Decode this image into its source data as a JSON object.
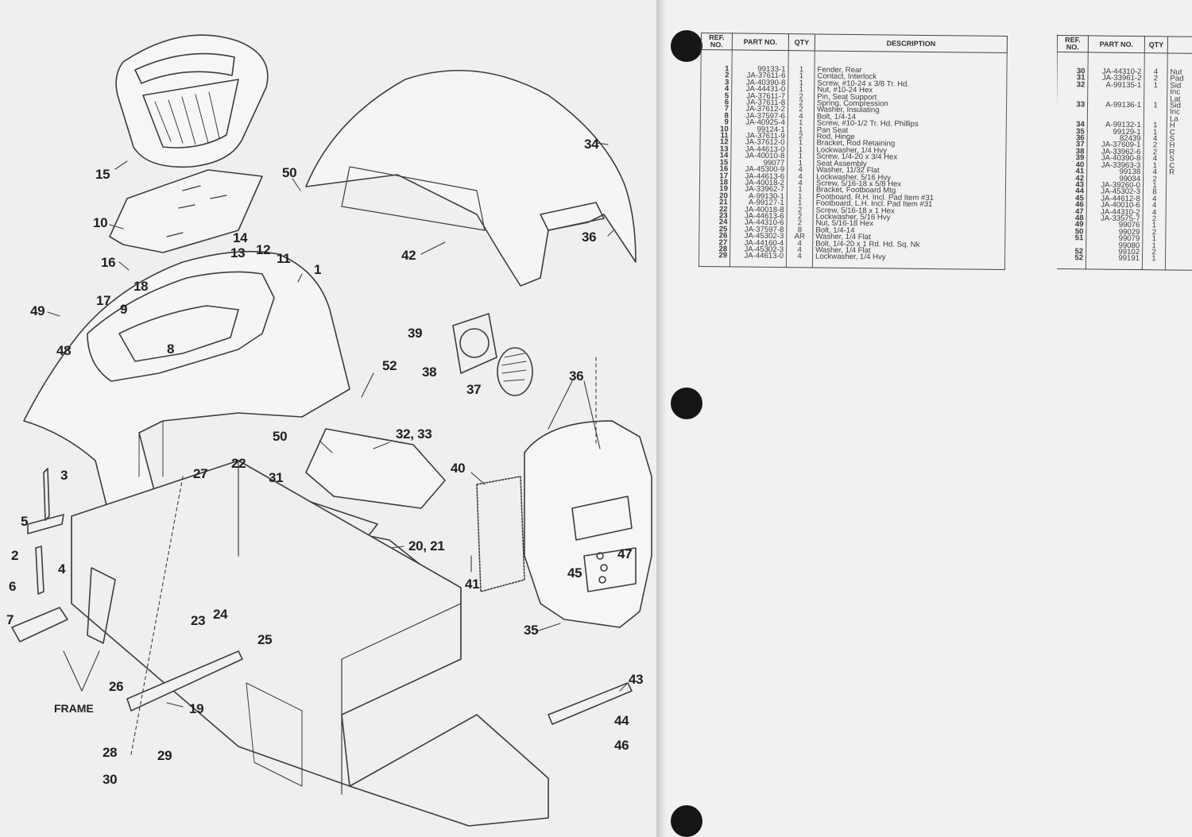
{
  "diagram": {
    "frame_label": "FRAME",
    "callouts": [
      {
        "id": "c15",
        "text": "15"
      },
      {
        "id": "c10",
        "text": "10"
      },
      {
        "id": "c16",
        "text": "16"
      },
      {
        "id": "c17",
        "text": "17"
      },
      {
        "id": "c18",
        "text": "18"
      },
      {
        "id": "c9",
        "text": "9"
      },
      {
        "id": "c49",
        "text": "49"
      },
      {
        "id": "c48",
        "text": "48"
      },
      {
        "id": "c8",
        "text": "8"
      },
      {
        "id": "c14",
        "text": "14"
      },
      {
        "id": "c13",
        "text": "13"
      },
      {
        "id": "c12",
        "text": "12"
      },
      {
        "id": "c11",
        "text": "11"
      },
      {
        "id": "c1",
        "text": "1"
      },
      {
        "id": "c50a",
        "text": "50"
      },
      {
        "id": "c34",
        "text": "34"
      },
      {
        "id": "c36a",
        "text": "36"
      },
      {
        "id": "c42",
        "text": "42"
      },
      {
        "id": "c39",
        "text": "39"
      },
      {
        "id": "c38",
        "text": "38"
      },
      {
        "id": "c37",
        "text": "37"
      },
      {
        "id": "c36b",
        "text": "36"
      },
      {
        "id": "c52",
        "text": "52"
      },
      {
        "id": "c50b",
        "text": "50"
      },
      {
        "id": "c3233",
        "text": "32, 33"
      },
      {
        "id": "c40",
        "text": "40"
      },
      {
        "id": "c3",
        "text": "3"
      },
      {
        "id": "c5",
        "text": "5"
      },
      {
        "id": "c2",
        "text": "2"
      },
      {
        "id": "c4",
        "text": "4"
      },
      {
        "id": "c6",
        "text": "6"
      },
      {
        "id": "c7",
        "text": "7"
      },
      {
        "id": "c27",
        "text": "27"
      },
      {
        "id": "c22",
        "text": "22"
      },
      {
        "id": "c31",
        "text": "31"
      },
      {
        "id": "c2021",
        "text": "20, 21"
      },
      {
        "id": "c41",
        "text": "41"
      },
      {
        "id": "c47",
        "text": "47"
      },
      {
        "id": "c45",
        "text": "45"
      },
      {
        "id": "c35",
        "text": "35"
      },
      {
        "id": "c23",
        "text": "23"
      },
      {
        "id": "c24",
        "text": "24"
      },
      {
        "id": "c25",
        "text": "25"
      },
      {
        "id": "c26",
        "text": "26"
      },
      {
        "id": "c19",
        "text": "19"
      },
      {
        "id": "c28",
        "text": "28"
      },
      {
        "id": "c29",
        "text": "29"
      },
      {
        "id": "c30",
        "text": "30"
      },
      {
        "id": "c43",
        "text": "43"
      },
      {
        "id": "c44",
        "text": "44"
      },
      {
        "id": "c46",
        "text": "46"
      }
    ]
  },
  "parts_table_1": {
    "headers": {
      "ref": "REF. NO.",
      "part": "PART NO.",
      "qty": "QTY",
      "desc": "DESCRIPTION"
    },
    "rows": [
      {
        "ref": "1",
        "part": "99133-1",
        "qty": "1",
        "desc": "Fender, Rear"
      },
      {
        "ref": "2",
        "part": "JA-37611-6",
        "qty": "1",
        "desc": "Contact, Interlock"
      },
      {
        "ref": "3",
        "part": "JA-40390-8",
        "qty": "1",
        "desc": "Screw, #10-24 x 3/8 Tr. Hd."
      },
      {
        "ref": "4",
        "part": "JA-44431-0",
        "qty": "1",
        "desc": "Nut, #10-24 Hex"
      },
      {
        "ref": "5",
        "part": "JA-37611-7",
        "qty": "2",
        "desc": "Pin, Seat Support"
      },
      {
        "ref": "6",
        "part": "JA-37611-8",
        "qty": "2",
        "desc": "Spring, Compression"
      },
      {
        "ref": "7",
        "part": "JA-37612-2",
        "qty": "2",
        "desc": "Washer, Insulating"
      },
      {
        "ref": "8",
        "part": "JA-37597-6",
        "qty": "4",
        "desc": "Bolt, 1/4-14"
      },
      {
        "ref": "9",
        "part": "JA-40925-4",
        "qty": "1",
        "desc": "Screw, #10-1/2 Tr. Hd. Phillips"
      },
      {
        "ref": "10",
        "part": "99124-1",
        "qty": "1",
        "desc": "Pan Seat"
      },
      {
        "ref": "11",
        "part": "JA-37611-9",
        "qty": "2",
        "desc": "Rod, Hinge"
      },
      {
        "ref": "12",
        "part": "JA-37612-0",
        "qty": "1",
        "desc": "Bracket, Rod Retaining"
      },
      {
        "ref": "13",
        "part": "JA-44613-0",
        "qty": "1",
        "desc": "Lockwasher, 1/4 Hvy"
      },
      {
        "ref": "14",
        "part": "JA-40010-8",
        "qty": "1",
        "desc": "Screw, 1/4-20 x 3/4 Hex"
      },
      {
        "ref": "15",
        "part": "99077",
        "qty": "1",
        "desc": "Seat Assembly"
      },
      {
        "ref": "16",
        "part": "JA-45300-9",
        "qty": "4",
        "desc": "Washer, 11/32 Flat"
      },
      {
        "ref": "17",
        "part": "JA-44613-6",
        "qty": "4",
        "desc": "Lockwasher, 5/16 Hvy"
      },
      {
        "ref": "18",
        "part": "JA-40018-2",
        "qty": "4",
        "desc": "Screw, 5/16-18 x 5/8 Hex"
      },
      {
        "ref": "19",
        "part": "JA-33962-7",
        "qty": "1",
        "desc": "Bracket, Footboard Mtg"
      },
      {
        "ref": "20",
        "part": "A-99130-1",
        "qty": "1",
        "desc": "Footboard, R.H. Incl. Pad Item #31"
      },
      {
        "ref": "21",
        "part": "A-99127-1",
        "qty": "1",
        "desc": "Footboard, L.H. Incl. Pad Item #31"
      },
      {
        "ref": "22",
        "part": "JA-40018-8",
        "qty": "2",
        "desc": "Screw, 5/16-18 x 1 Hex"
      },
      {
        "ref": "23",
        "part": "JA-44613-6",
        "qty": "2",
        "desc": "Lockwasher, 5/16 Hvy"
      },
      {
        "ref": "24",
        "part": "JA-44310-6",
        "qty": "2",
        "desc": "Nut, 5/16-18 Hex"
      },
      {
        "ref": "25",
        "part": "JA-37597-8",
        "qty": "8",
        "desc": "Bolt, 1/4-14"
      },
      {
        "ref": "26",
        "part": "JA-45302-3",
        "qty": "AR",
        "desc": "Washer, 1/4 Flat"
      },
      {
        "ref": "27",
        "part": "JA-44160-4",
        "qty": "4",
        "desc": "Bolt, 1/4-20 x 1 Rd. Hd. Sq. Nk"
      },
      {
        "ref": "28",
        "part": "JA-45302-3",
        "qty": "4",
        "desc": "Washer, 1/4 Flat"
      },
      {
        "ref": "29",
        "part": "JA-44613-0",
        "qty": "4",
        "desc": "Lockwasher, 1/4 Hvy"
      }
    ]
  },
  "parts_table_2": {
    "headers": {
      "ref": "REF. NO.",
      "part": "PART NO.",
      "qty": "QTY",
      "desc": ""
    },
    "rows": [
      {
        "ref": "30",
        "part": "JA-44310-2",
        "qty": "4",
        "desc": "Nut"
      },
      {
        "ref": "31",
        "part": "JA-33961-2",
        "qty": "2",
        "desc": "Pad"
      },
      {
        "ref": "32",
        "part": "A-99135-1",
        "qty": "1",
        "desc": "Sid"
      },
      {
        "ref": "",
        "part": "",
        "qty": "",
        "desc": "Inc"
      },
      {
        "ref": "",
        "part": "",
        "qty": "",
        "desc": "Lat"
      },
      {
        "ref": "33",
        "part": "A-99136-1",
        "qty": "1",
        "desc": "Sid"
      },
      {
        "ref": "",
        "part": "",
        "qty": "",
        "desc": "Inc"
      },
      {
        "ref": "",
        "part": "",
        "qty": "",
        "desc": "La"
      },
      {
        "ref": "34",
        "part": "A-99132-1",
        "qty": "1",
        "desc": "H"
      },
      {
        "ref": "35",
        "part": "99129-1",
        "qty": "1",
        "desc": "C"
      },
      {
        "ref": "36",
        "part": "82439",
        "qty": "4",
        "desc": "S"
      },
      {
        "ref": "37",
        "part": "JA-37609-1",
        "qty": "2",
        "desc": "H"
      },
      {
        "ref": "38",
        "part": "JA-33962-6",
        "qty": "2",
        "desc": "R"
      },
      {
        "ref": "39",
        "part": "JA-40390-8",
        "qty": "4",
        "desc": "S"
      },
      {
        "ref": "40",
        "part": "JA-33963-3",
        "qty": "1",
        "desc": "C"
      },
      {
        "ref": "41",
        "part": "99138",
        "qty": "4",
        "desc": "R"
      },
      {
        "ref": "42",
        "part": "99034",
        "qty": "2",
        "desc": ""
      },
      {
        "ref": "43",
        "part": "JA-39260-0",
        "qty": "1",
        "desc": ""
      },
      {
        "ref": "44",
        "part": "JA-45302-3",
        "qty": "8",
        "desc": ""
      },
      {
        "ref": "45",
        "part": "JA-44612-8",
        "qty": "4",
        "desc": ""
      },
      {
        "ref": "46",
        "part": "JA-40010-6",
        "qty": "4",
        "desc": ""
      },
      {
        "ref": "47",
        "part": "JA-44310-2",
        "qty": "4",
        "desc": ""
      },
      {
        "ref": "48",
        "part": "JA-33575-7",
        "qty": "2",
        "desc": ""
      },
      {
        "ref": "49",
        "part": "99076",
        "qty": "1",
        "desc": ""
      },
      {
        "ref": "50",
        "part": "99029",
        "qty": "2",
        "desc": ""
      },
      {
        "ref": "51",
        "part": "99079",
        "qty": "1",
        "desc": ""
      },
      {
        "ref": "",
        "part": "99080",
        "qty": "1",
        "desc": ""
      },
      {
        "ref": "52",
        "part": "99102",
        "qty": "2",
        "desc": ""
      },
      {
        "ref": "52",
        "part": "99191",
        "qty": "1",
        "desc": ""
      }
    ]
  }
}
